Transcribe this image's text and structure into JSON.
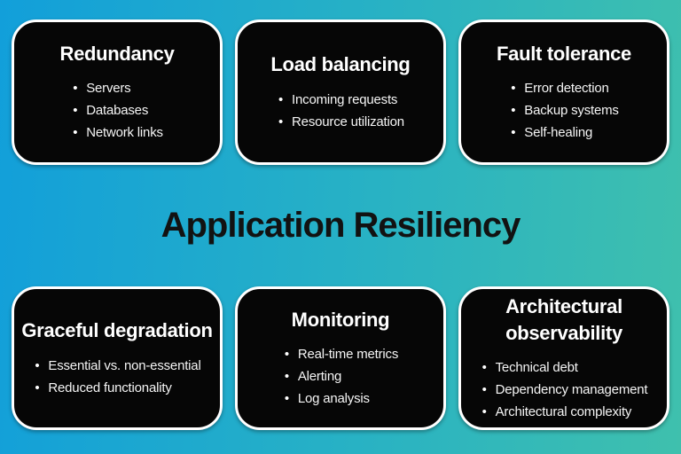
{
  "page": {
    "title": "Application Resiliency"
  },
  "colors": {
    "background_gradient_start": "#129fda",
    "background_gradient_mid": "#27b1c5",
    "background_gradient_end": "#3fc0ad",
    "card_background": "#060606",
    "card_border": "#ffffff",
    "card_text": "#ffffff",
    "title_text": "#121212"
  },
  "cards": [
    {
      "title": "Redundancy",
      "items": [
        "Servers",
        "Databases",
        "Network links"
      ]
    },
    {
      "title": "Load balancing",
      "items": [
        "Incoming requests",
        "Resource utilization"
      ]
    },
    {
      "title": "Fault tolerance",
      "items": [
        "Error detection",
        "Backup systems",
        "Self-healing"
      ]
    },
    {
      "title": "Graceful degradation",
      "items": [
        "Essential vs. non-essential",
        "Reduced functionality"
      ]
    },
    {
      "title": "Monitoring",
      "items": [
        "Real-time metrics",
        "Alerting",
        "Log analysis"
      ]
    },
    {
      "title": "Architectural observability",
      "items": [
        "Technical debt",
        "Dependency management",
        "Architectural complexity"
      ]
    }
  ]
}
